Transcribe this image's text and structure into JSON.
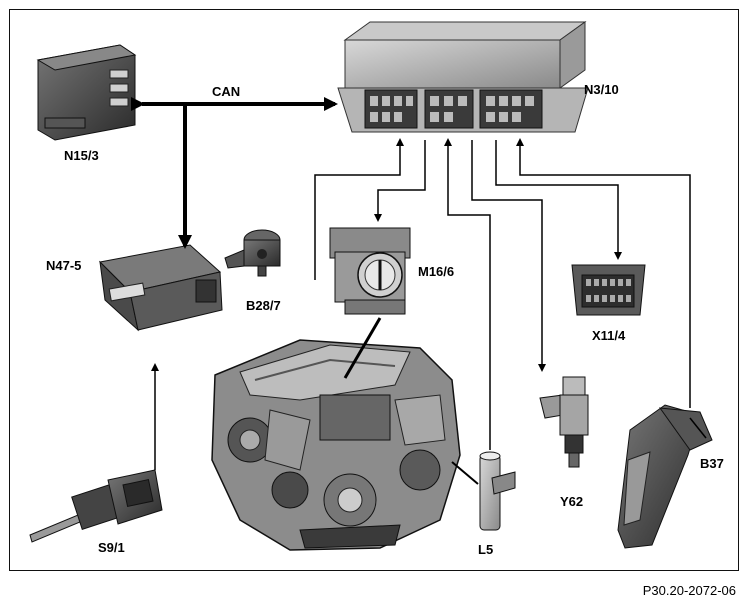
{
  "labels": {
    "can": "CAN",
    "n3_10": "N3/10",
    "n15_3": "N15/3",
    "n47_5": "N47-5",
    "b28_7": "B28/7",
    "m16_6": "M16/6",
    "x11_4": "X11/4",
    "y62": "Y62",
    "b37": "B37",
    "s9_1": "S9/1",
    "l5": "L5"
  },
  "doc_ref": "P30.20-2072-06"
}
